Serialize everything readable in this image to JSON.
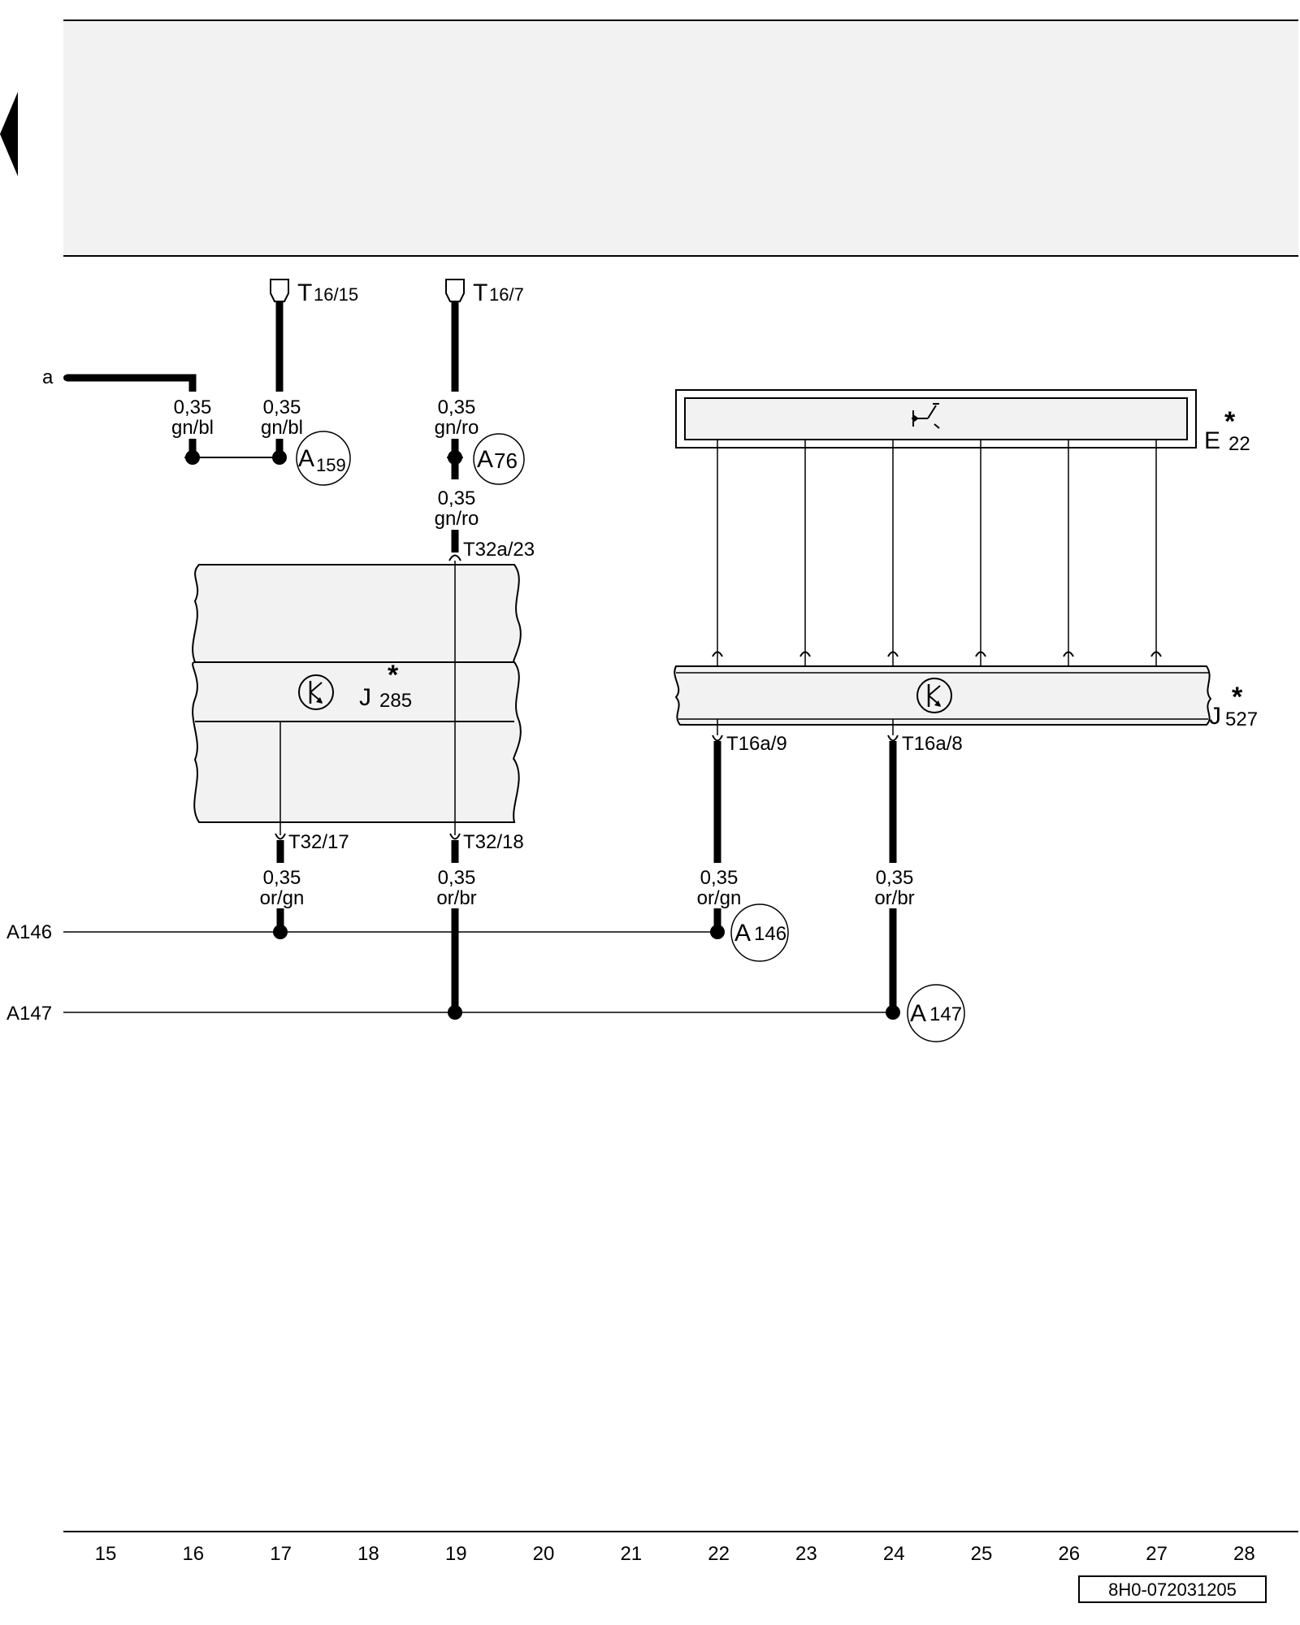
{
  "connectors_top": {
    "t16_15": {
      "main": "T",
      "sub": "16/15"
    },
    "t16_7": {
      "main": "T",
      "sub": "16/7"
    }
  },
  "input_a": "a",
  "wires": {
    "w_a": {
      "size": "0,35",
      "color": "gn/bl"
    },
    "w_t16_15": {
      "size": "0,35",
      "color": "gn/bl"
    },
    "w_t16_7": {
      "size": "0,35",
      "color": "gn/ro"
    },
    "w_t32a_23": {
      "size": "0,35",
      "color": "gn/ro"
    },
    "w_t32_17": {
      "size": "0,35",
      "color": "or/gn"
    },
    "w_t32_18": {
      "size": "0,35",
      "color": "or/br"
    },
    "w_t16a_9": {
      "size": "0,35",
      "color": "or/gn"
    },
    "w_t16a_8": {
      "size": "0,35",
      "color": "or/br"
    }
  },
  "splices": {
    "a159": {
      "letter": "A",
      "num": "159"
    },
    "a76": {
      "letter": "A",
      "num": "76"
    },
    "a146": {
      "letter": "A",
      "num": "146"
    },
    "a147": {
      "letter": "A",
      "num": "147"
    }
  },
  "pins": {
    "t32a_23": "T32a/23",
    "t32_17": "T32/17",
    "t32_18": "T32/18",
    "t16a_9": "T16a/9",
    "t16a_8": "T16a/8"
  },
  "components": {
    "j285": {
      "letter": "J",
      "num": "285",
      "mark": "*"
    },
    "e22": {
      "letter": "E",
      "num": "22",
      "mark": "*"
    },
    "j527": {
      "letter": "J",
      "num": "527",
      "mark": "*"
    }
  },
  "bus_lines": {
    "a146": "A146",
    "a147": "A147"
  },
  "tracks": [
    "15",
    "16",
    "17",
    "18",
    "19",
    "20",
    "21",
    "22",
    "23",
    "24",
    "25",
    "26",
    "27",
    "28"
  ],
  "doc_number": "8H0-072031205"
}
